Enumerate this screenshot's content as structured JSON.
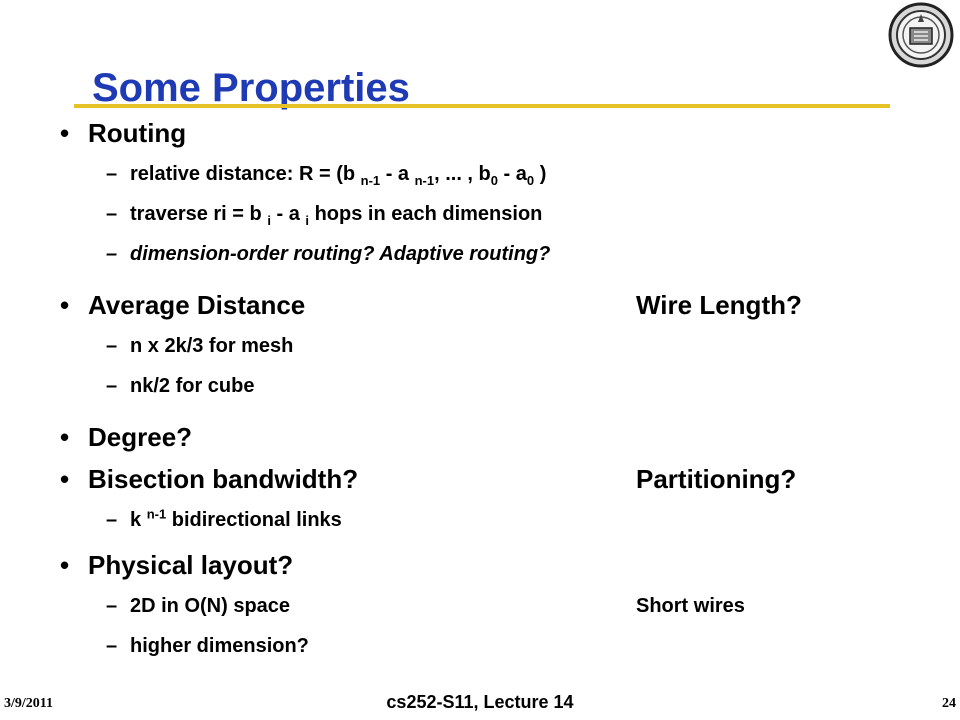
{
  "slide": {
    "title": "Some Properties"
  },
  "bullets": {
    "routing": "Routing",
    "rel_a": "relative distance: R = (b ",
    "rel_s1": "n-1",
    "rel_b": " - a ",
    "rel_s2": "n-1",
    "rel_c": ", ... , b",
    "rel_s3": "0",
    "rel_d": " - a",
    "rel_s4": "0",
    "rel_e": " )",
    "trav_a": "traverse ri = b ",
    "trav_s1": "i",
    "trav_b": " - a ",
    "trav_s2": "i",
    "trav_c": " hops in each dimension",
    "dim_order": "dimension-order routing?  Adaptive routing?",
    "avg_distance": "Average Distance",
    "wire_length": "Wire Length?",
    "mesh": "n x 2k/3 for mesh",
    "cube": "nk/2 for cube",
    "degree": "Degree?",
    "bisection": "Bisection bandwidth?",
    "partitioning": "Partitioning?",
    "links_a": "k ",
    "links_sup": "n-1",
    "links_b": " bidirectional links",
    "physical": "Physical layout?",
    "on_space": "2D in O(N) space",
    "short_wires": "Short wires",
    "higher_dim": "higher dimension?",
    "dot": "•",
    "dash": "–"
  },
  "footer": {
    "date": "3/9/2011",
    "course": "cs252-S11, Lecture 14",
    "page": "24"
  },
  "colors": {
    "title": "#1f3ab5",
    "rule": "#e6c229"
  },
  "icons": {
    "logo": "university-seal-icon"
  }
}
